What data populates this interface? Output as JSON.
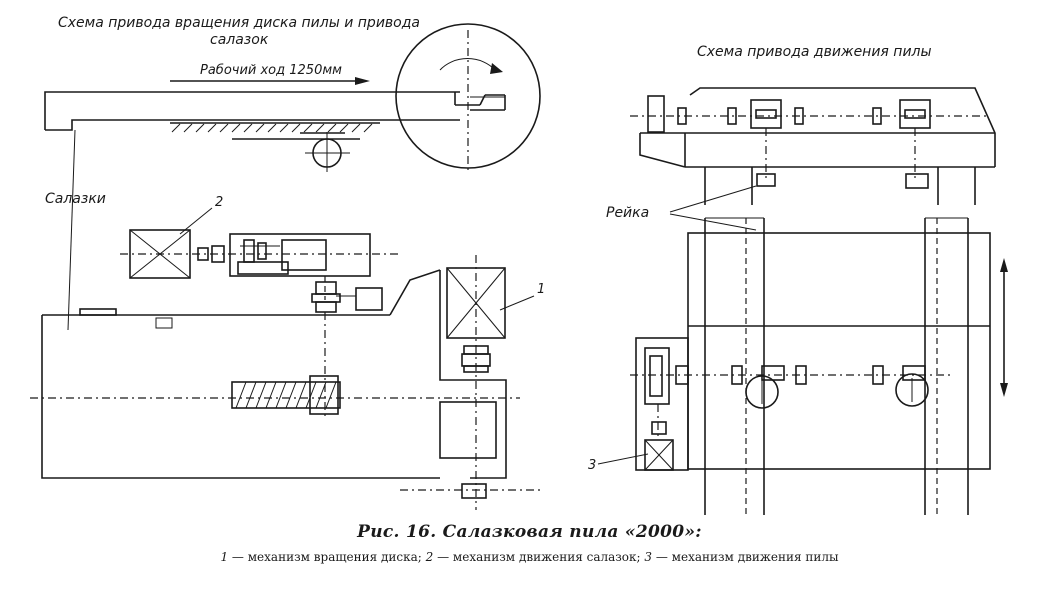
{
  "left_scheme": {
    "title_line1": "Схема привода вращения диска пилы и привода",
    "title_line2": "салазок",
    "stroke_label": "Рабочий ход 1250мм",
    "carriage_label": "Салазки",
    "callout_1": "1",
    "callout_2": "2"
  },
  "right_scheme": {
    "title": "Схема привода движения пилы",
    "rack_label": "Рейка",
    "callout_3": "3"
  },
  "caption": {
    "title": "Рис. 16. Салазковая пила «2000»:",
    "legend": [
      {
        "num": "1",
        "text": " — механизм вращения диска; "
      },
      {
        "num": "2",
        "text": " — механизм движения салазок; "
      },
      {
        "num": "3",
        "text": " — механизм движения пилы"
      }
    ]
  }
}
